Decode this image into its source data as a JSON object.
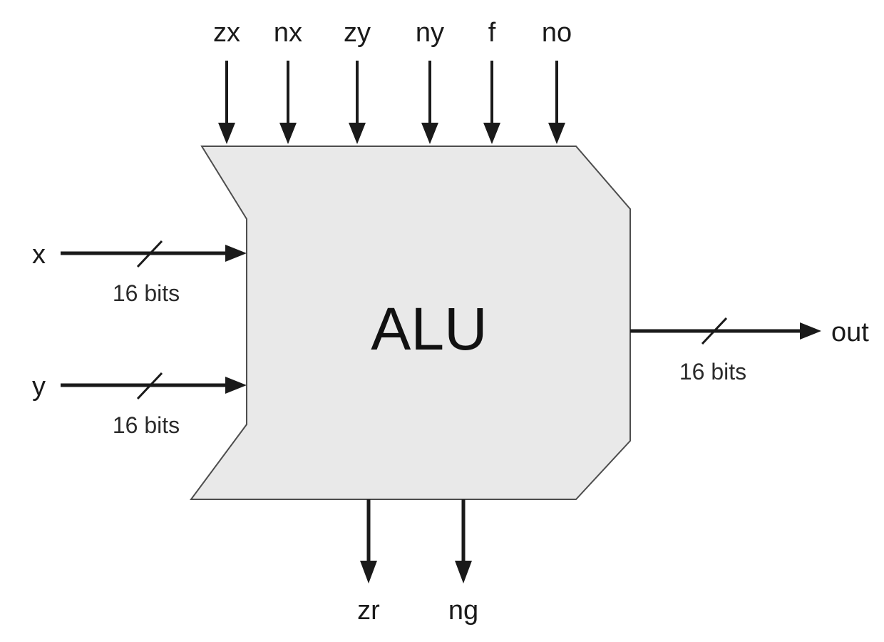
{
  "diagram": {
    "title": "ALU",
    "control_inputs": [
      {
        "label": "zx"
      },
      {
        "label": "nx"
      },
      {
        "label": "zy"
      },
      {
        "label": "ny"
      },
      {
        "label": "f"
      },
      {
        "label": "no"
      }
    ],
    "data_inputs": [
      {
        "label": "x",
        "width_label": "16 bits"
      },
      {
        "label": "y",
        "width_label": "16 bits"
      }
    ],
    "output": {
      "label": "out",
      "width_label": "16 bits"
    },
    "status_outputs": [
      {
        "label": "zr"
      },
      {
        "label": "ng"
      }
    ],
    "colors": {
      "body_fill": "#e9e9e9",
      "body_stroke": "#4d4d4d",
      "line": "#1a1a1a",
      "background": "#ffffff"
    }
  }
}
